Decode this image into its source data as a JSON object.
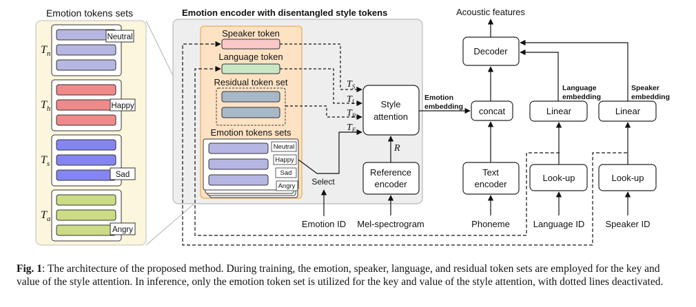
{
  "left_panel": {
    "title": "Emotion tokens sets",
    "groups": [
      {
        "symbol": "T",
        "subscript": "n",
        "label": "Neutral",
        "color": "#b6b6e2"
      },
      {
        "symbol": "T",
        "subscript": "h",
        "label": "Happy",
        "color": "#f08a8a"
      },
      {
        "symbol": "T",
        "subscript": "s",
        "label": "Sad",
        "color": "#8585f2"
      },
      {
        "symbol": "T",
        "subscript": "a",
        "label": "Angry",
        "color": "#cbdc84"
      }
    ]
  },
  "encoder": {
    "title": "Emotion encoder with disentangled style tokens",
    "speaker_token": "Speaker token",
    "language_token": "Language token",
    "residual_token_set": "Residual token set",
    "emotion_tokens_sets": "Emotion tokens sets",
    "stack_labels": [
      "Neutral",
      "Happy",
      "Sad",
      "Angry"
    ],
    "select": "Select",
    "style_attention": [
      "Style",
      "attention"
    ],
    "reference_encoder": [
      "Reference",
      "encoder"
    ],
    "ref_symbol": "R",
    "key_symbols": [
      {
        "symbol": "T",
        "subscript": "S"
      },
      {
        "symbol": "T",
        "subscript": "L"
      },
      {
        "symbol": "T",
        "subscript": "R"
      },
      {
        "symbol": "T",
        "subscript": "E"
      }
    ]
  },
  "inputs": {
    "emotion_id": "Emotion ID",
    "mel_spectrogram": "Mel-spectrogram",
    "phoneme": "Phoneme",
    "language_id": "Language ID",
    "speaker_id": "Speaker ID"
  },
  "right": {
    "acoustic_features": "Acoustic features",
    "decoder": "Decoder",
    "concat": "concat",
    "text_encoder": [
      "Text",
      "encoder"
    ],
    "linear": "Linear",
    "lookup": "Look-up",
    "emotion_embedding": [
      "Emotion",
      "embedding"
    ],
    "language_embedding": [
      "Language",
      "embedding"
    ],
    "speaker_embedding": [
      "Speaker",
      "embedding"
    ]
  },
  "caption": {
    "label": "Fig. 1",
    "text": ": The architecture of the proposed method. During training, the emotion, speaker, language, and residual token sets are employed for the key and value of the style attention. In inference, only the emotion token set is utilized for the key and value of the style attention, with dotted lines deactivated."
  },
  "colors": {
    "panel_fill": "#fbf6dc",
    "encoder_fill": "#eeeeee",
    "token_area_fill": "#fde2c4",
    "token_area_stroke": "#f0b46a",
    "speaker_token": "#f9c8c8",
    "language_token": "#c9e6c5",
    "residual_token": "#a7b8c9"
  }
}
